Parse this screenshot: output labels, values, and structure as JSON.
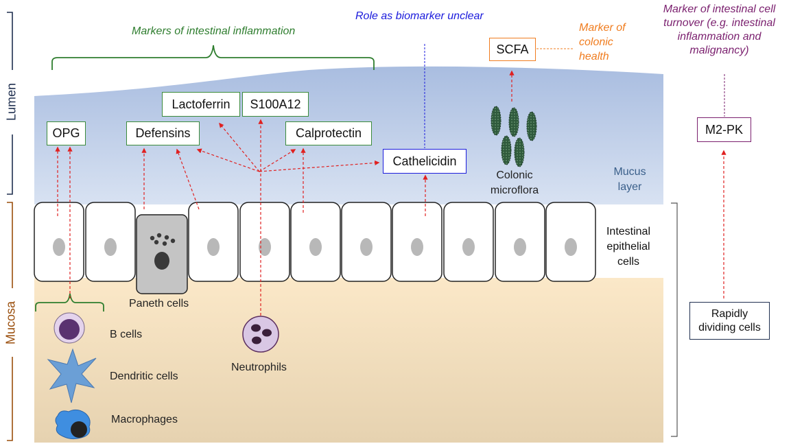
{
  "side_labels": {
    "lumen": "Lumen",
    "mucosa": "Mucosa"
  },
  "annotations": {
    "inflammation": "Markers of intestinal inflammation",
    "biomarker_unclear": "Role as biomarker unclear",
    "colonic_health": [
      "Marker of",
      "colonic",
      "health"
    ],
    "cell_turnover": [
      "Marker of intestinal cell",
      "turnover  (e.g. intestinal",
      "inflammation and",
      "malignancy)"
    ]
  },
  "markers": {
    "lactoferrin": "Lactoferrin",
    "s100a12": "S100A12",
    "opg": "OPG",
    "defensins": "Defensins",
    "calprotectin": "Calprotectin",
    "cathelicidin": "Cathelicidin",
    "scfa": "SCFA",
    "m2pk": "M2-PK"
  },
  "cell_labels": {
    "microflora": [
      "Colonic",
      "microflora"
    ],
    "mucus": [
      "Mucus",
      "layer"
    ],
    "epithelial": [
      "Intestinal",
      "epithelial",
      "cells"
    ],
    "paneth": "Paneth cells",
    "neutrophils": "Neutrophils",
    "b_cells": "B cells",
    "dendritic": "Dendritic cells",
    "macrophages": "Macrophages",
    "rapidly_dividing": [
      "Rapidly",
      "dividing cells"
    ]
  },
  "colors": {
    "green": "#2e7d2e",
    "blue": "#1a1adc",
    "orange": "#f07c1e",
    "purple": "#7a1f6e",
    "arrow": "#e02020"
  }
}
